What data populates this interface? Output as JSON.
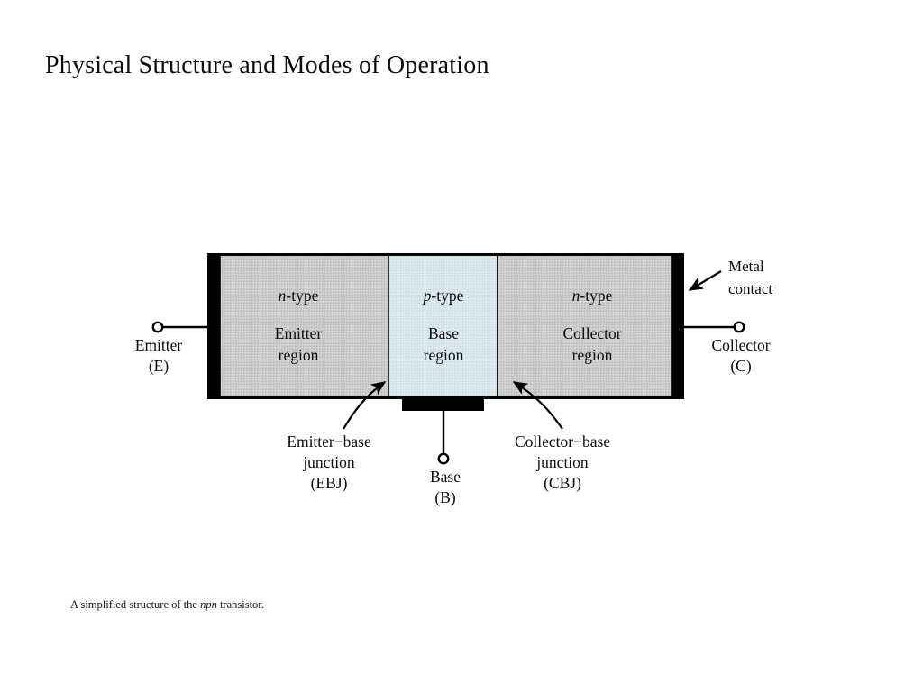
{
  "slide": {
    "title": "Physical Structure and Modes of Operation",
    "caption_prefix": "A simplified structure of the ",
    "caption_italic": "npn",
    "caption_suffix": " transistor."
  },
  "figure": {
    "name": "npn-transistor-cross-section",
    "colors": {
      "emitter_fill": "#c9c9c9",
      "collector_fill": "#c9c9c9",
      "base_fill": "#d7e6ec",
      "metal_contact": "#000000",
      "outline": "#000000",
      "background": "#ffffff"
    },
    "regions": [
      {
        "id": "emitter-region",
        "doping_italic": "n",
        "doping_rest": "-type",
        "name_line1": "Emitter",
        "name_line2": "region"
      },
      {
        "id": "base-region",
        "doping_italic": "p",
        "doping_rest": "-type",
        "name_line1": "Base",
        "name_line2": "region"
      },
      {
        "id": "collector-region",
        "doping_italic": "n",
        "doping_rest": "-type",
        "name_line1": "Collector",
        "name_line2": "region"
      }
    ],
    "terminals": [
      {
        "id": "emitter-terminal",
        "line1": "Emitter",
        "line2": "(E)"
      },
      {
        "id": "base-terminal",
        "line1": "Base",
        "line2": "(B)"
      },
      {
        "id": "collector-terminal",
        "line1": "Collector",
        "line2": "(C)"
      }
    ],
    "annotations": [
      {
        "id": "metal-contact-callout",
        "line1": "Metal",
        "line2": "contact"
      },
      {
        "id": "ebj-callout",
        "line1": "Emitter−base",
        "line2": "junction",
        "line3": "(EBJ)"
      },
      {
        "id": "cbj-callout",
        "line1": "Collector−base",
        "line2": "junction",
        "line3": "(CBJ)"
      }
    ]
  }
}
